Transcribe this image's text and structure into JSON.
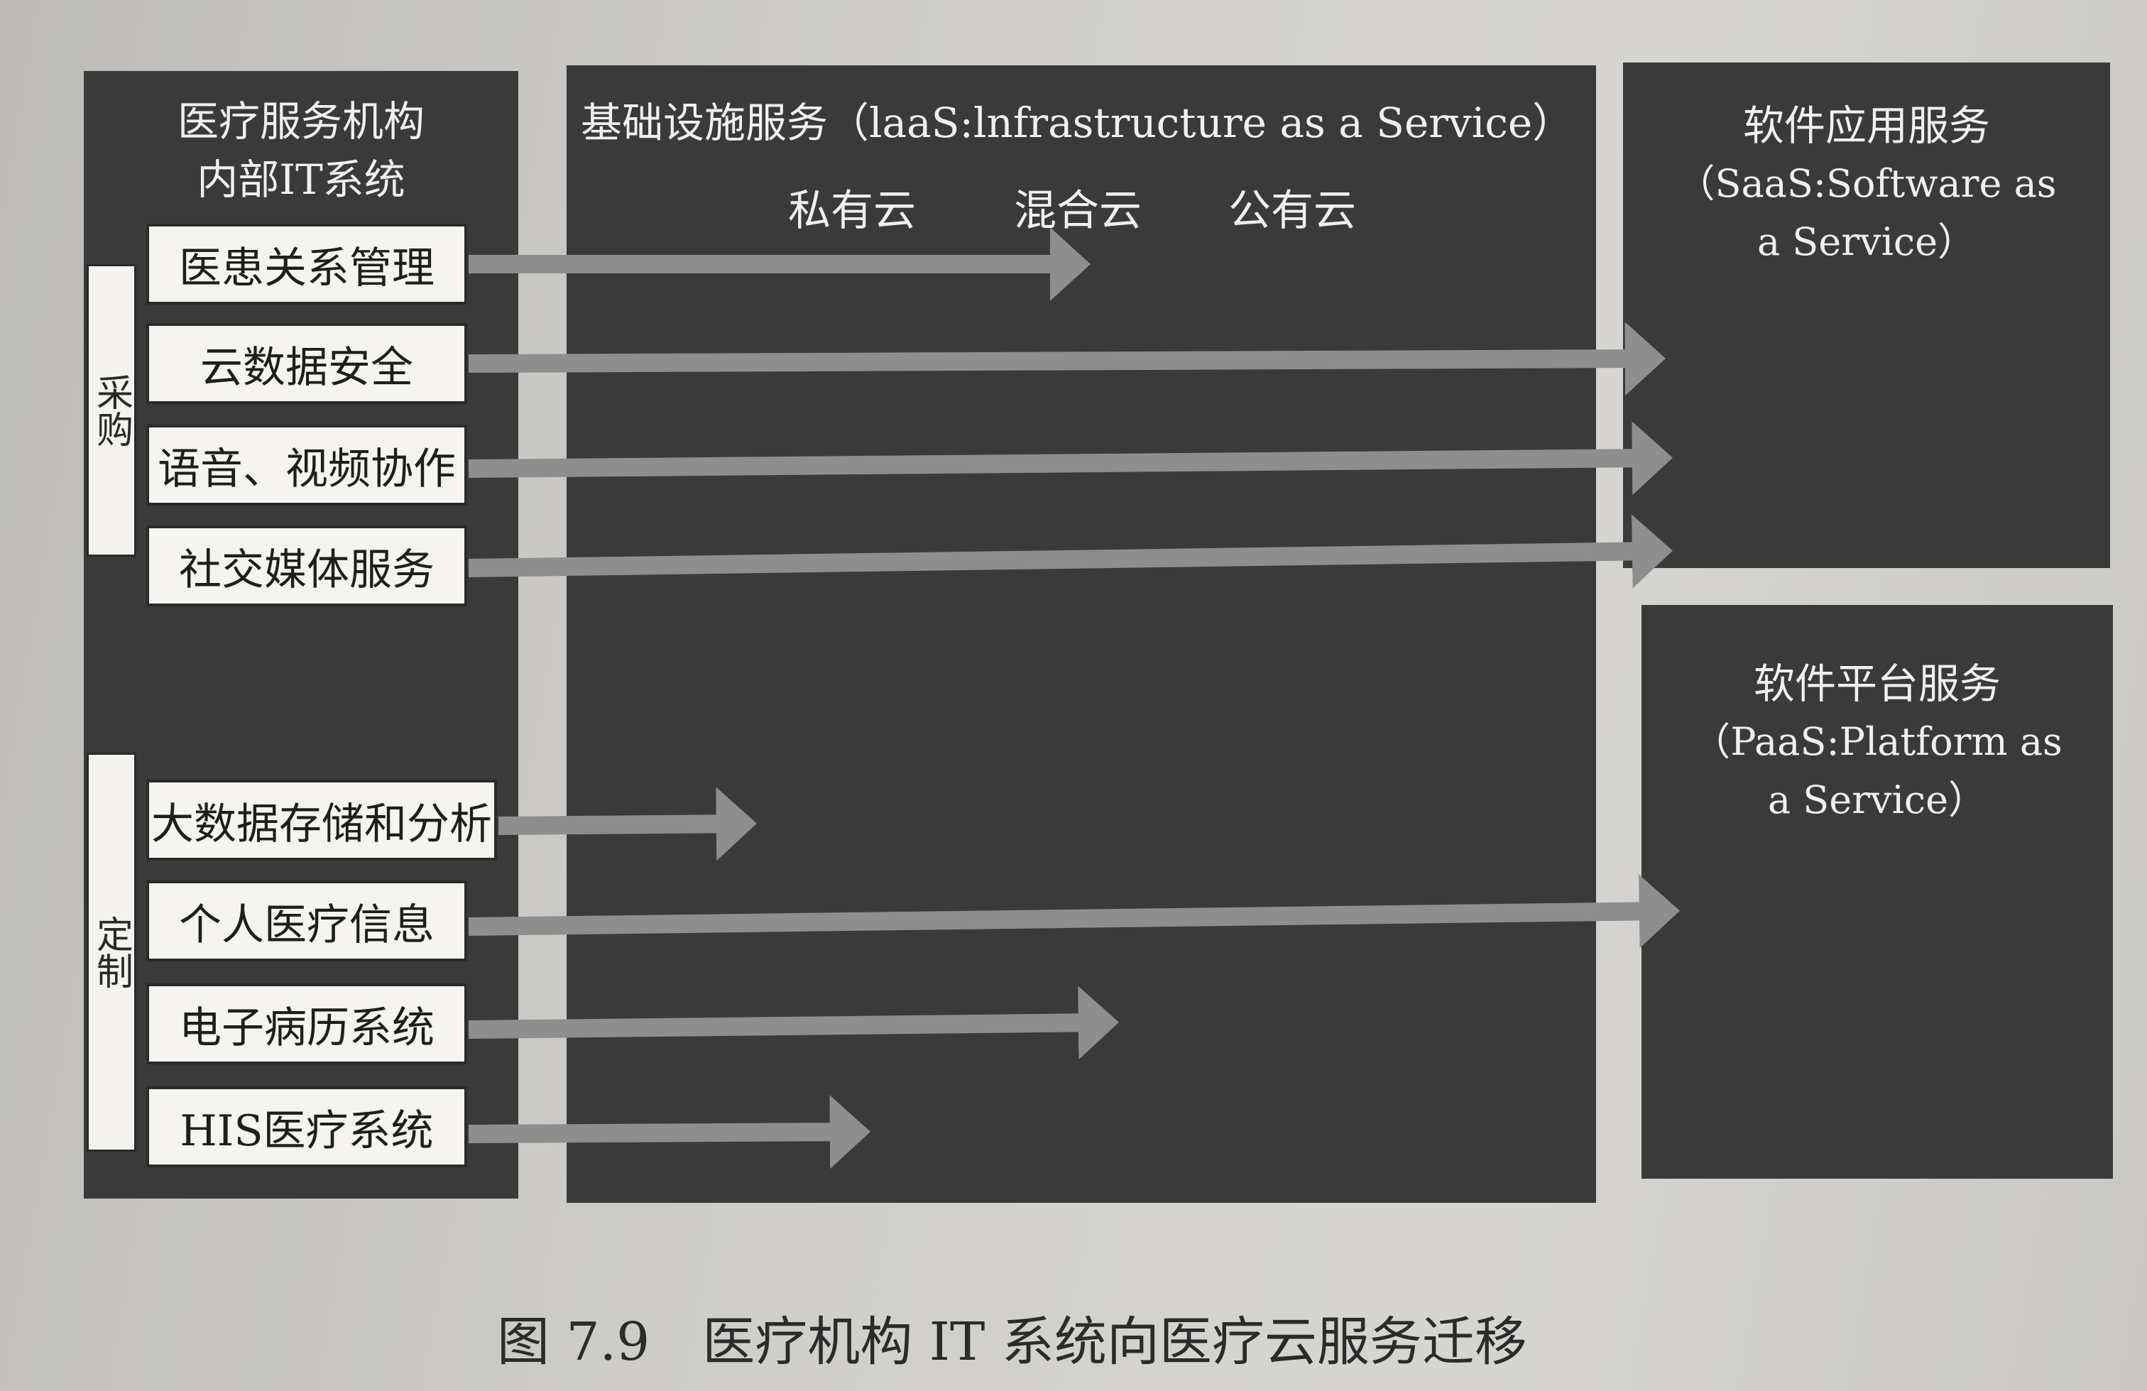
{
  "left_panel": {
    "title_line1": "医疗服务机构",
    "title_line2": "内部IT系统",
    "group_procure": "采购",
    "group_custom": "定制",
    "items": [
      {
        "label": "医患关系管理",
        "target": "iaas"
      },
      {
        "label": "云数据安全",
        "target": "saas"
      },
      {
        "label": "语音、视频协作",
        "target": "saas"
      },
      {
        "label": "社交媒体服务",
        "target": "saas"
      },
      {
        "label": "大数据存储和分析",
        "target": "iaas"
      },
      {
        "label": "个人医疗信息",
        "target": "paas"
      },
      {
        "label": "电子病历系统",
        "target": "iaas"
      },
      {
        "label": "HIS医疗系统",
        "target": "iaas"
      }
    ]
  },
  "iaas_panel": {
    "title": "基础设施服务（laaS:lnfrastructure as a Service）",
    "cloud_types": [
      "私有云",
      "混合云",
      "公有云"
    ]
  },
  "saas_panel": {
    "title": "软件应用服务",
    "subtitle_line1": "（SaaS:Software as",
    "subtitle_line2": "a Service）"
  },
  "paas_panel": {
    "title": "软件平台服务",
    "subtitle_line1": "（PaaS:Platform as",
    "subtitle_line2": "a Service）"
  },
  "caption": "图 7.9　医疗机构 IT 系统向医疗云服务迁移",
  "colors": {
    "panel": "#3a3a3a",
    "arrow": "#8e8e8e",
    "box": "#f5f4f0"
  }
}
